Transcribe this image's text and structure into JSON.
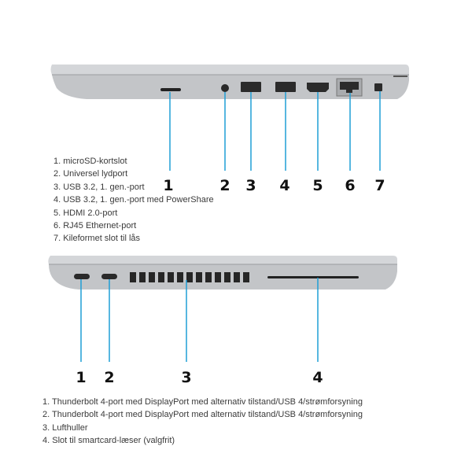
{
  "top_view": {
    "callouts": [
      "1",
      "2",
      "3",
      "4",
      "5",
      "6",
      "7"
    ],
    "items": [
      "1. microSD-kortslot",
      "2. Universel lydport",
      "3. USB 3.2, 1. gen.-port",
      "4. USB 3.2, 1. gen.-port med PowerShare",
      "5. HDMI 2.0-port",
      "6. RJ45 Ethernet-port",
      "7. Kileformet slot til lås"
    ]
  },
  "bottom_view": {
    "callouts": [
      "1",
      "2",
      "3",
      "4"
    ],
    "items": [
      "1. Thunderbolt 4-port med DisplayPort med alternativ tilstand/USB 4/strømforsyning",
      "2. Thunderbolt 4-port med DisplayPort med alternativ tilstand/USB 4/strømforsyning",
      "3. Lufthuller",
      "4. Slot til smartcard-læser (valgfrit)"
    ]
  },
  "colors": {
    "callout_line": "#1f9fd6",
    "chassis": "#b9bbbf",
    "chassis_light": "#d6d8db"
  }
}
